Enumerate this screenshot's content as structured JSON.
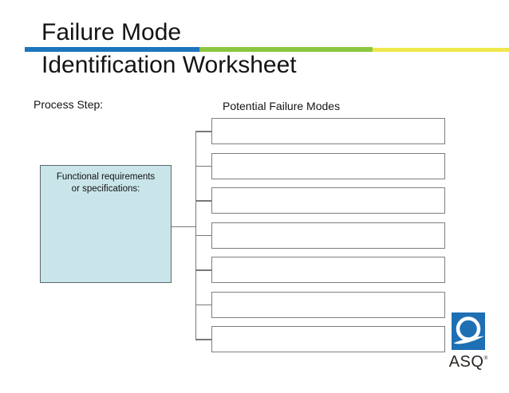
{
  "title": {
    "line1": "Failure Mode",
    "line2": "Identification Worksheet"
  },
  "accent_bar": {
    "segments": [
      {
        "name": "blue",
        "color": "#1B75BC"
      },
      {
        "name": "green",
        "color": "#8CC63F"
      },
      {
        "name": "yellow",
        "color": "#EFE84D"
      }
    ]
  },
  "labels": {
    "process_step": "Process Step:",
    "potential_failure_modes": "Potential Failure Modes"
  },
  "functional_box": {
    "line1": "Functional requirements",
    "line2": "or specifications:",
    "fill_color": "#C9E5E9",
    "border_color": "#5D686B"
  },
  "failure_modes": {
    "count": 7,
    "items": [
      "",
      "",
      "",
      "",
      "",
      "",
      ""
    ]
  },
  "logo": {
    "text": "ASQ",
    "registered_mark": "®",
    "square_color": "#1E6FB3"
  }
}
